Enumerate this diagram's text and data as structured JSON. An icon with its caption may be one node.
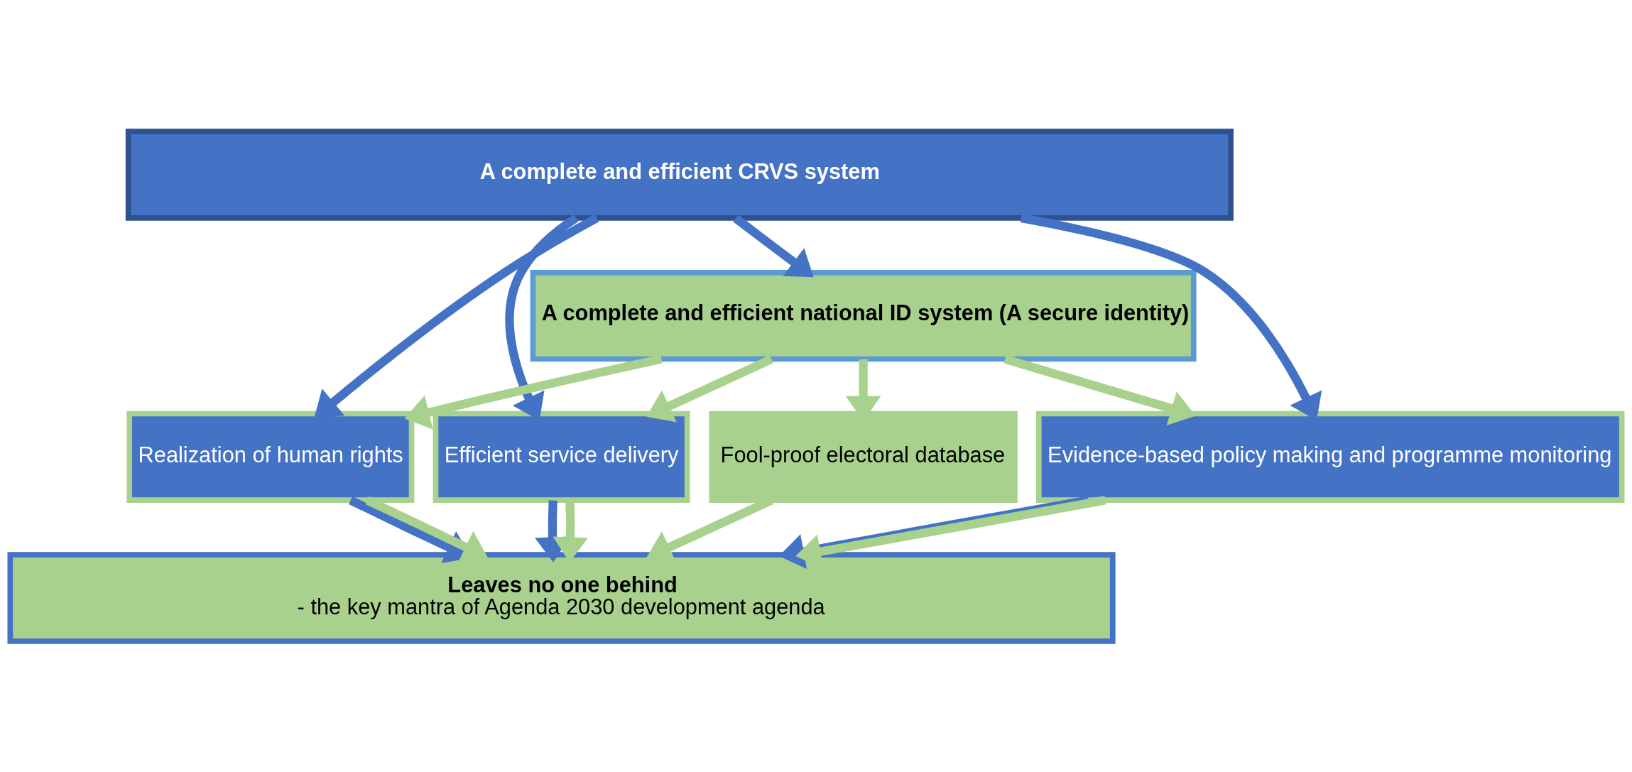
{
  "diagram": {
    "nodes": [
      {
        "text": [
          "A complete and efficient CRVS system"
        ]
      },
      {
        "text": [
          "A complete and efficient national ID system (A secure identity)"
        ]
      },
      {
        "text": [
          "Realization of human rights"
        ]
      },
      {
        "text": [
          "Efficient service delivery"
        ]
      },
      {
        "text": [
          "Evidence-based policy making and programme monitoring"
        ]
      },
      {
        "text": [
          "Fool-proof electoral database"
        ]
      },
      {
        "text": [
          "Leaves no one behind",
          "- the key mantra of Agenda 2030 development agenda"
        ]
      }
    ],
    "edges": [
      {
        "from": 0,
        "to": 1,
        "arrow": "to",
        "color": "#4472c4"
      },
      {
        "from": 0,
        "to": 2,
        "arrow": "to",
        "color": "#4472c4"
      },
      {
        "from": 0,
        "to": 3,
        "arrow": "to",
        "color": "#4472c4"
      },
      {
        "from": 0,
        "to": 4,
        "arrow": "to",
        "color": "#4472c4"
      },
      {
        "from": 1,
        "to": 2,
        "arrow": "to"
      },
      {
        "from": 1,
        "to": 3,
        "arrow": "to"
      },
      {
        "from": 1,
        "to": 4,
        "arrow": "to"
      },
      {
        "from": 1,
        "to": 5,
        "arrow": "to"
      },
      {
        "from": 2,
        "to": 6,
        "arrow": "to",
        "color": "#4472c4"
      },
      {
        "from": 2,
        "to": 6,
        "arrow": "to"
      },
      {
        "from": 3,
        "to": 6,
        "arrow": "to",
        "color": "#4472c4"
      },
      {
        "from": 3,
        "to": 6,
        "arrow": "to"
      },
      {
        "from": 4,
        "to": 6,
        "arrow": "to",
        "color": "#4472c4"
      },
      {
        "from": 4,
        "to": 6,
        "arrow": "to"
      },
      {
        "from": 5,
        "to": 6,
        "arrow": "to"
      }
    ]
  }
}
